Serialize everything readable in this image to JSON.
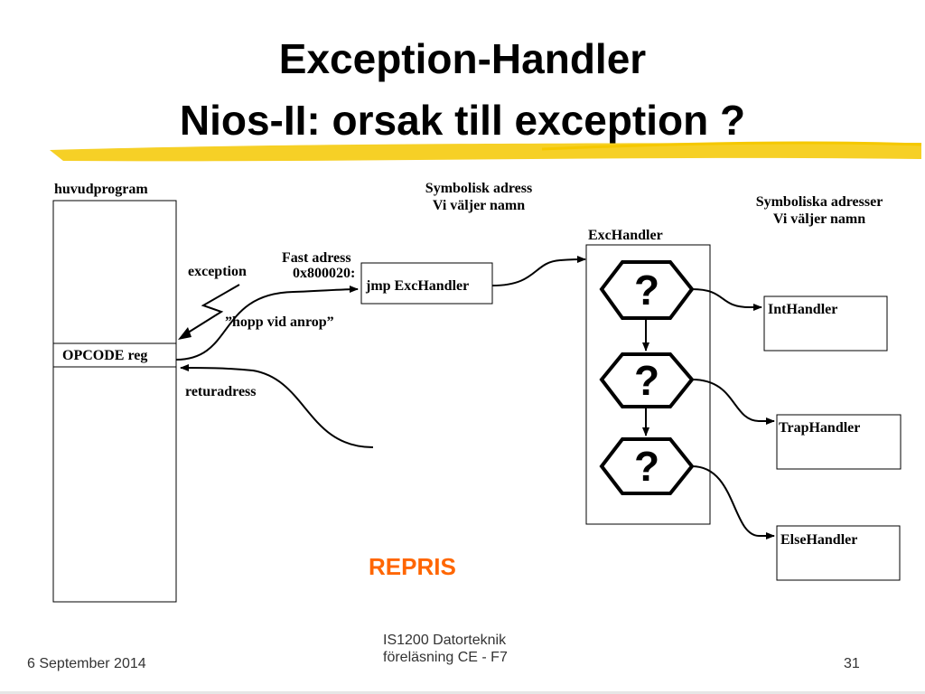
{
  "title": {
    "line1": "Exception-Handler",
    "line2": "Nios-II: orsak till exception ?"
  },
  "accent_color": "#f5c800",
  "diagram": {
    "main_program_label": "huvudprogram",
    "opcode_label": "OPCODE reg",
    "exception_label": "exception",
    "call_jump_label": "”hopp vid anrop”",
    "return_label": "returadress",
    "fixed_address_label": "Fast adress",
    "fixed_address_value": "0x800020:",
    "jump_instruction": "jmp ExcHandler",
    "symbolic_address": {
      "line1": "Symbolisk adress",
      "line2": "Vi väljer namn"
    },
    "symbolic_addresses": {
      "line1": "Symboliska adresser",
      "line2": "Vi väljer namn"
    },
    "exc_handler_label": "ExcHandler",
    "decision_symbol": "?",
    "int_handler": "IntHandler",
    "trap_handler": "TrapHandler",
    "else_handler": "ElseHandler"
  },
  "repris": "REPRIS",
  "repris_color": "#ff6600",
  "footer": {
    "date": "6 September 2014",
    "course_line1": "IS1200 Datorteknik",
    "course_line2": "föreläsning CE - F7",
    "page": "31"
  }
}
